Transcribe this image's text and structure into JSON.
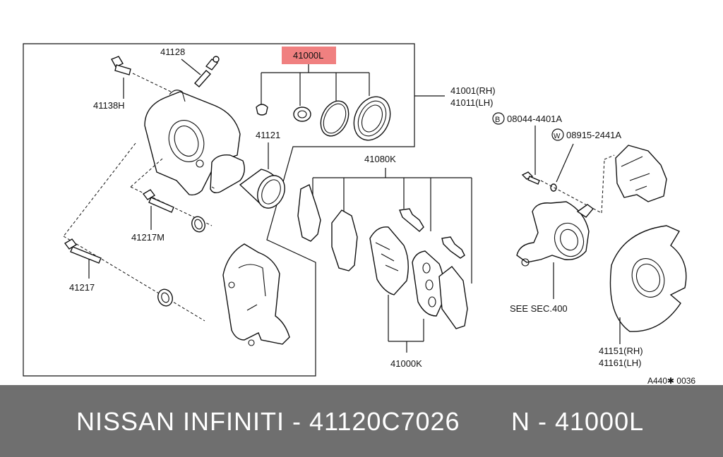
{
  "diagram": {
    "labels": {
      "l41128": "41128",
      "l41000L": "41000L",
      "l41138H": "41138H",
      "l41121": "41121",
      "l41001": "41001(RH)",
      "l41011": "41011(LH)",
      "lB_circle": "B",
      "l08044": "08044-4401A",
      "lW_circle": "W",
      "l08915": "08915-2441A",
      "l41080K": "41080K",
      "l41217M": "41217M",
      "l41217": "41217",
      "lSeeSec": "SEE SEC.400",
      "l41151": "41151(RH)",
      "l41161": "41161(LH)",
      "l41000K": "41000K",
      "lRef": "A440✱ 0036"
    },
    "highlight_color": "#f08080"
  },
  "footer": {
    "left_text": "NISSAN  INFINITI - 41120C7026",
    "right_text": "N - 41000L",
    "background": "#6f6f6f"
  }
}
